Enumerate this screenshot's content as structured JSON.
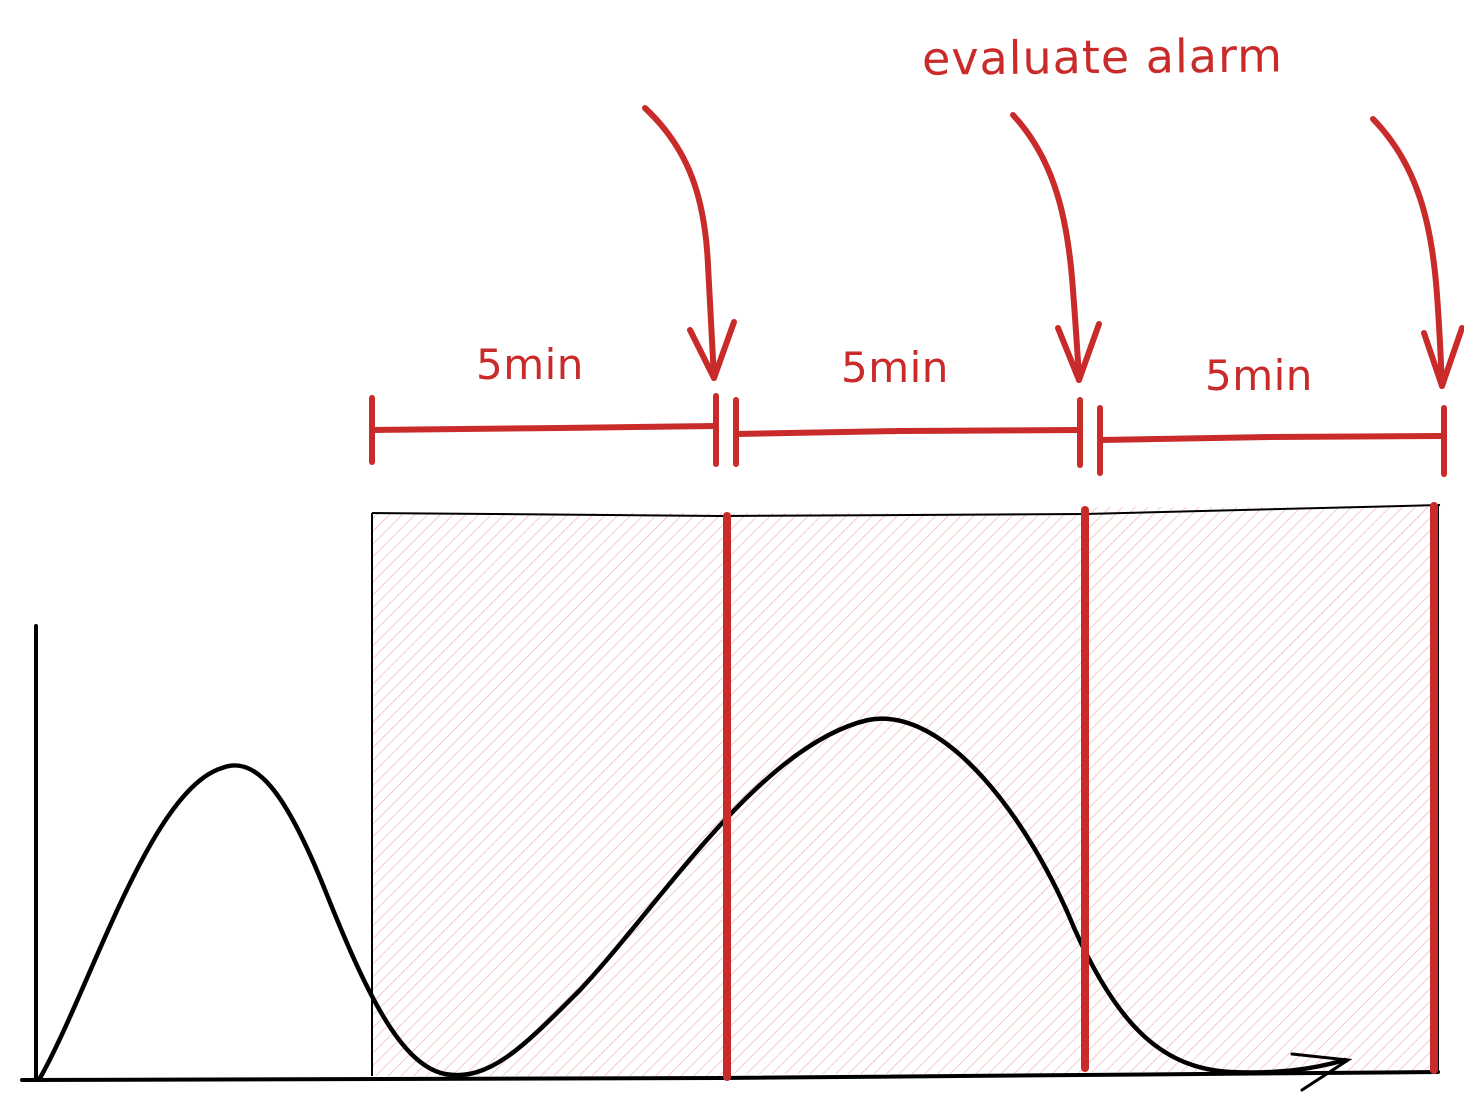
{
  "title": "evaluate alarm",
  "intervals": [
    {
      "label": "5min"
    },
    {
      "label": "5min"
    },
    {
      "label": "5min"
    }
  ],
  "colors": {
    "annotation": "#c92a2a",
    "hatch": "#f5a3a3",
    "curve": "#000000",
    "axis": "#000000"
  },
  "icons": [
    "arrow-down-icon",
    "arrow-down-icon",
    "arrow-down-icon"
  ]
}
